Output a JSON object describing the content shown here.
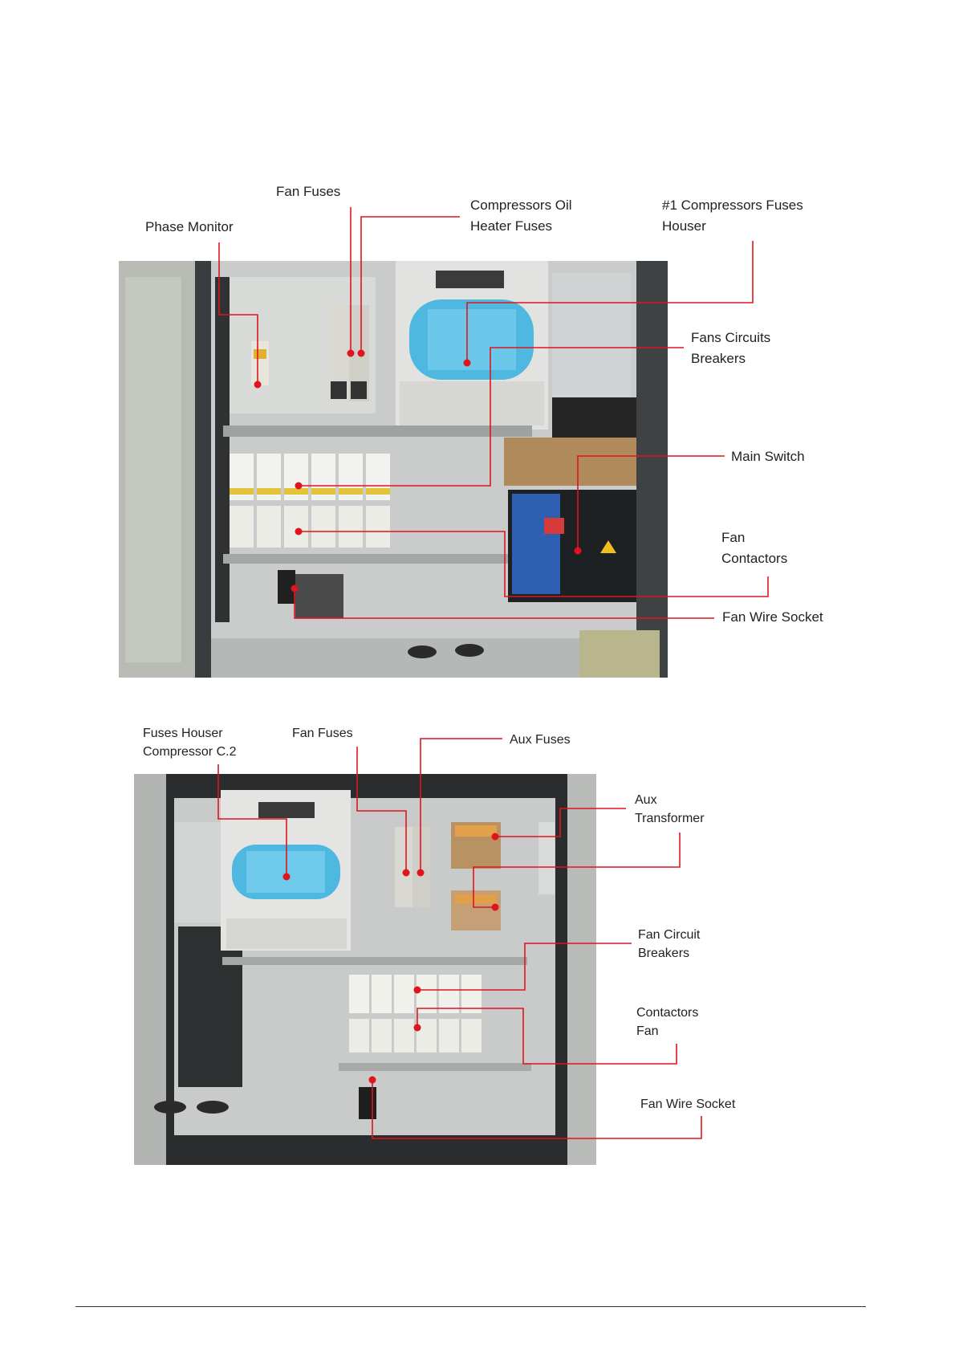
{
  "diagram1": {
    "labels": {
      "fan_fuses": "Fan Fuses",
      "phase_monitor": "Phase Monitor",
      "compressors_oil_heater_fuses": [
        "Compressors Oil",
        "Heater Fuses"
      ],
      "compressor1_fuses_houser": [
        "#1 Compressors Fuses",
        "Houser"
      ],
      "fans_circuits_breakers": [
        "Fans Circuits",
        "Breakers"
      ],
      "main_switch": "Main Switch",
      "fan_contactors": [
        "Fan",
        "Contactors"
      ],
      "fan_wire_socket": "Fan Wire Socket"
    }
  },
  "diagram2": {
    "labels": {
      "fuses_houser_compressor_c2": [
        "Fuses Houser",
        "Compressor C.2"
      ],
      "fan_fuses": "Fan Fuses",
      "aux_fuses": "Aux Fuses",
      "aux_transformer": [
        "Aux",
        "Transformer"
      ],
      "fan_circuit_breakers": [
        "Fan Circuit",
        "Breakers"
      ],
      "contactors_fan": [
        "Contactors",
        "Fan"
      ],
      "fan_wire_socket": "Fan Wire Socket"
    }
  },
  "colors": {
    "leader_line": "#e0141e",
    "cabinet_gray": "#b9bcbc",
    "fuse_blue": "#4fb8e0"
  }
}
